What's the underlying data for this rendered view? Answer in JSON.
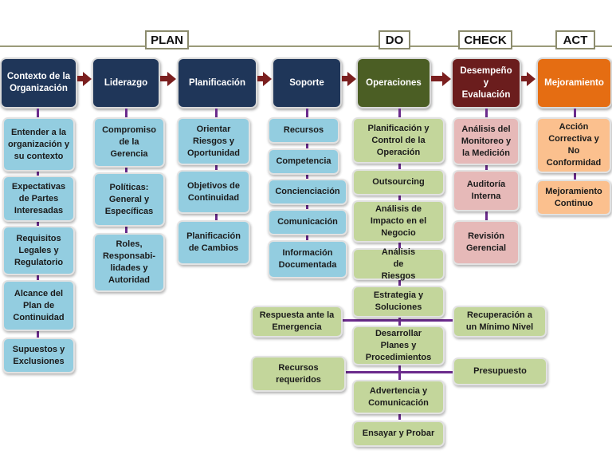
{
  "phases": {
    "plan": "PLAN",
    "do": "DO",
    "check": "CHECK",
    "act": "ACT"
  },
  "headers": {
    "contexto": "Contexto de la Organización",
    "liderazgo": "Liderazgo",
    "planificacion": "Planificación",
    "soporte": "Soporte",
    "operaciones": "Operaciones",
    "desempeno": "Desempeño y Evaluación",
    "mejoramiento": "Mejoramiento"
  },
  "contexto_items": [
    "Entender a la organización y su contexto",
    "Expectativas de Partes Interesadas",
    "Requisitos Legales y Regulatorio",
    "Alcance del Plan de Continuidad",
    "Supuestos y Exclusiones"
  ],
  "liderazgo_items": [
    "Compromiso de la Gerencia",
    "Políticas: General y Específicas",
    "Roles, Responsabi-lidades y Autoridad"
  ],
  "planificacion_items": [
    "Orientar Riesgos y Oportunidad",
    "Objetivos de Continuidad",
    "Planificación de Cambios"
  ],
  "soporte_items": [
    "Recursos",
    "Competencia",
    "Concienciación",
    "Comunicación",
    "Información Documentada"
  ],
  "operaciones_items": [
    "Planificación y Control de la Operación",
    "Outsourcing",
    "Análisis de Impacto en el Negocio",
    "Análisis de Riesgos",
    "Estrategia y Soluciones",
    "Desarrollar Planes y Procedimientos",
    "Advertencia y Comunicación",
    "Ensayar y Probar"
  ],
  "operaciones_side": {
    "respuesta": "Respuesta ante la Emergencia",
    "recuperacion": "Recuperación a un Mínimo Nivel",
    "recursos": "Recursos requeridos",
    "presupuesto": "Presupuesto"
  },
  "desempeno_items": [
    "Análisis del Monitoreo y la Medición",
    "Auditoría Interna",
    "Revisión Gerencial"
  ],
  "mejoramiento_items": [
    "Acción Correctiva y No Conformidad",
    "Mejoramiento Continuo"
  ],
  "colors": {
    "navy": "#1f3659",
    "operaciones": "#4b5e24",
    "desempeno": "#6b1d1d",
    "mejoramiento": "#e56d12",
    "blue_box": "#93cde0",
    "olive_box": "#c3d69b",
    "pink_box": "#e6b9b8",
    "peach_box": "#fbc08e",
    "connector": "#6b2b8c",
    "arrow": "#7b1f1f"
  }
}
